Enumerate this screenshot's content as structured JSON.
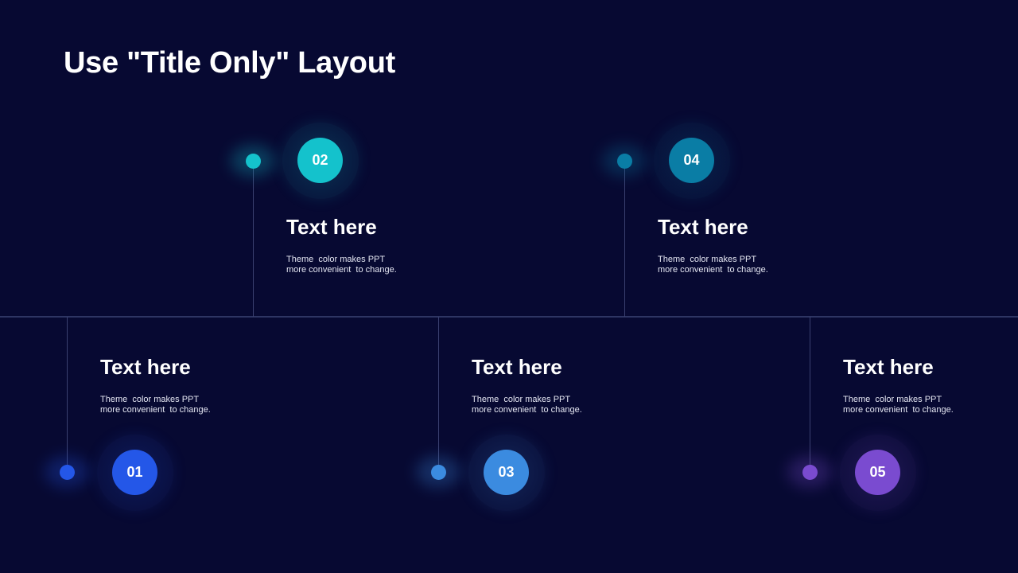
{
  "title": "Use \"Title Only\" Layout",
  "steps": [
    {
      "number": "01",
      "heading": "Text here",
      "desc_line1": "Theme  color makes PPT",
      "desc_line2": "more convenient  to change.",
      "color": "#2457e8"
    },
    {
      "number": "02",
      "heading": "Text here",
      "desc_line1": "Theme  color makes PPT",
      "desc_line2": "more convenient  to change.",
      "color": "#14c2cc"
    },
    {
      "number": "03",
      "heading": "Text here",
      "desc_line1": "Theme  color makes PPT",
      "desc_line2": "more convenient  to change.",
      "color": "#3b8be0"
    },
    {
      "number": "04",
      "heading": "Text here",
      "desc_line1": "Theme  color makes PPT",
      "desc_line2": "more convenient  to change.",
      "color": "#0a7da5"
    },
    {
      "number": "05",
      "heading": "Text here",
      "desc_line1": "Theme  color makes PPT",
      "desc_line2": "more convenient  to change.",
      "color": "#7a4bd0"
    }
  ],
  "colors": {
    "background": "#070932",
    "axis": "#2e3563",
    "connector": "#3a4070"
  }
}
